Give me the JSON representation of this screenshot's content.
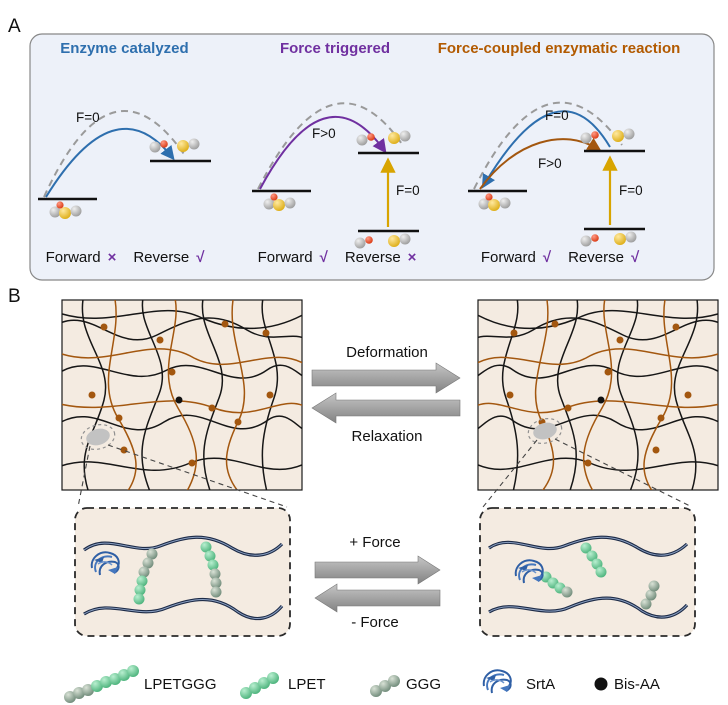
{
  "figure": {
    "panel_a_label": "A",
    "panel_b_label": "B"
  },
  "panelA": {
    "diagrams": [
      {
        "title": "Enzyme catalyzed",
        "title_color": "#2e6fae",
        "force_labels": [
          "F=0"
        ],
        "forward": {
          "label": "Forward",
          "mark": "×"
        },
        "reverse": {
          "label": "Reverse",
          "mark": "√"
        }
      },
      {
        "title": "Force triggered",
        "title_color": "#7030a0",
        "force_labels": [
          "F>0",
          "F=0"
        ],
        "forward": {
          "label": "Forward",
          "mark": "√"
        },
        "reverse": {
          "label": "Reverse",
          "mark": "×"
        }
      },
      {
        "title": "Force-coupled enzymatic reaction",
        "title_color": "#b25a00",
        "force_labels": [
          "F=0",
          "F>0",
          "F=0"
        ],
        "forward": {
          "label": "Forward",
          "mark": "√"
        },
        "reverse": {
          "label": "Reverse",
          "mark": "√"
        }
      }
    ]
  },
  "panelB": {
    "network_cycle": {
      "top_label": "Deformation",
      "bottom_label": "Relaxation"
    },
    "molecular_cycle": {
      "top_label": "+ Force",
      "bottom_label": "- Force"
    },
    "legend": {
      "items": [
        {
          "label": "LPETGGG",
          "icon": "sphere-chain-mixed"
        },
        {
          "label": "LPET",
          "icon": "sphere-chain-light-green"
        },
        {
          "label": "GGG",
          "icon": "sphere-chain-dark-green"
        },
        {
          "label": "SrtA",
          "icon": "protein-ribbon"
        },
        {
          "label": "Bis-AA",
          "icon": "black-dot"
        }
      ]
    }
  },
  "colors": {
    "panel_a_background": "#edf1f9",
    "network_background": "#f4ebe1",
    "enzyme_blue": "#2e6fae",
    "force_purple": "#7030a0",
    "coupled_brown": "#b25a00",
    "gold_arrow": "#d8a400",
    "mark_purple": "#7030a0",
    "network_brown": "#a3570f",
    "green_light": "#3aa96e",
    "green_dark": "#5f7d6b",
    "block_arrow_gray": "#9a9a9a"
  }
}
